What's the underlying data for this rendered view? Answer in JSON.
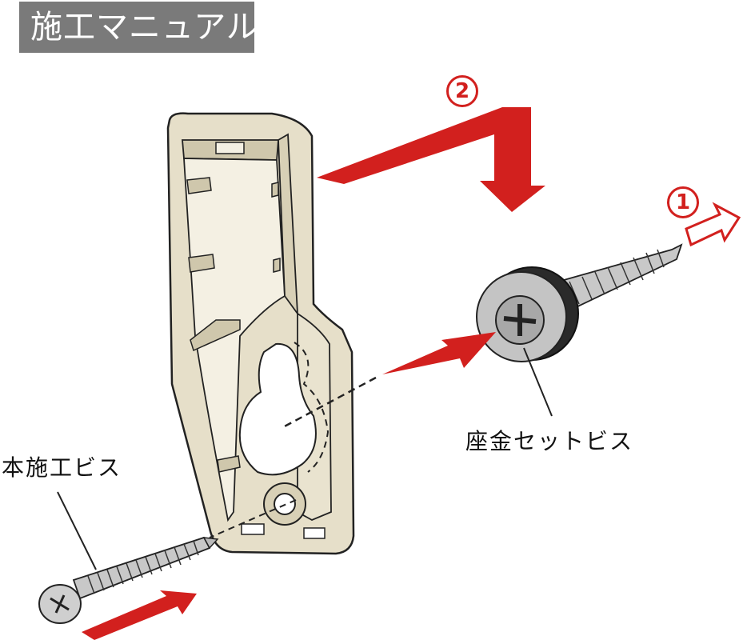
{
  "title": "施工マニュアル",
  "labels": {
    "main_screw": "本施工ビス",
    "washer_screw": "座金セットビス"
  },
  "steps": {
    "step1": "1",
    "step2": "2"
  },
  "colors": {
    "arrow": "#d2201e",
    "bracket": "#e6dfc9",
    "title_bg": "#7a7a7a"
  }
}
